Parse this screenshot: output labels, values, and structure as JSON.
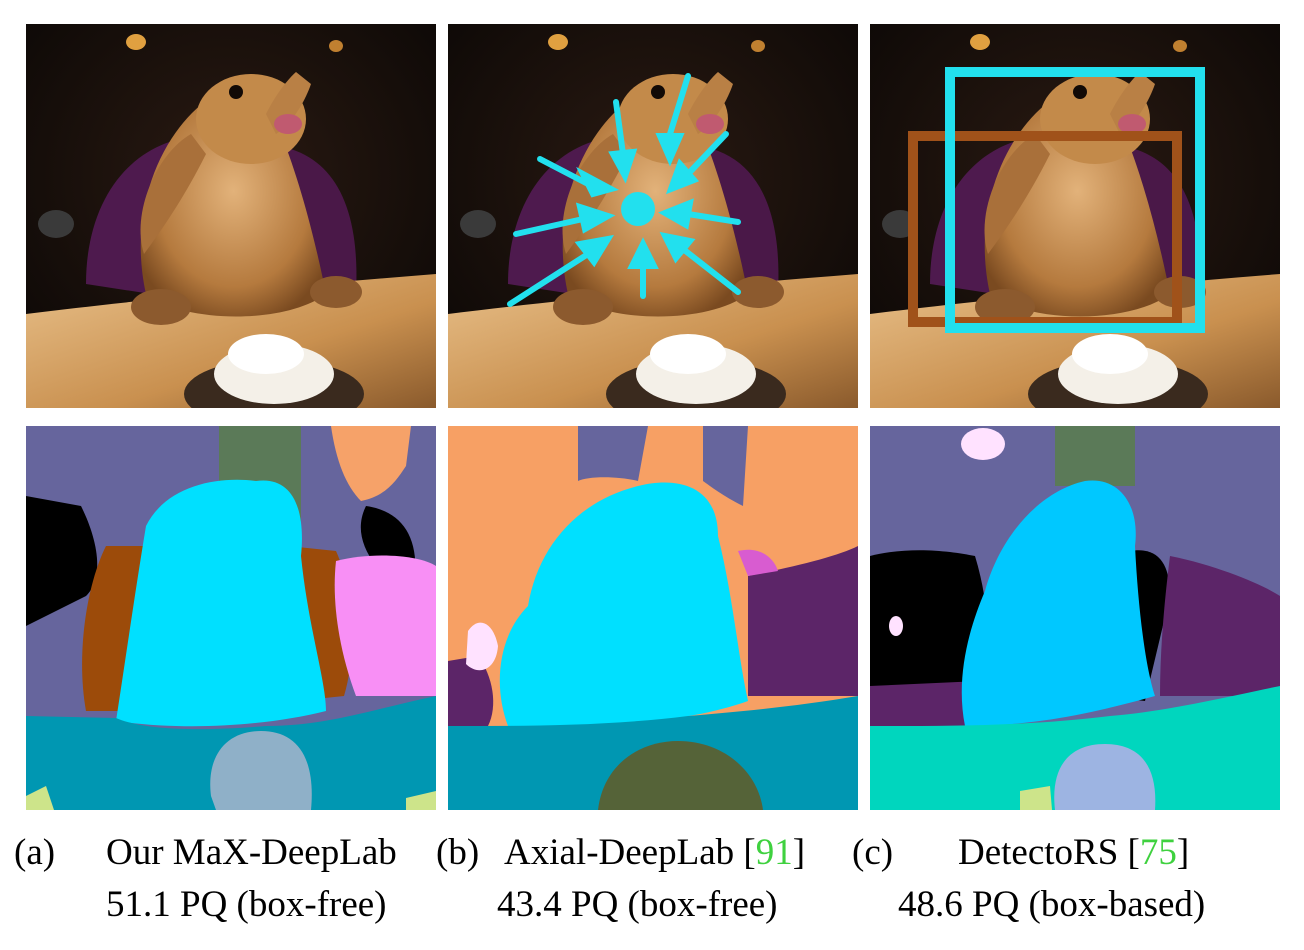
{
  "figure": {
    "panels": [
      {
        "letter": "(a)",
        "method": "Our MaX-DeepLab",
        "citation": "",
        "score": "51.1 PQ (box-free)",
        "overlay": "none"
      },
      {
        "letter": "(b)",
        "method": "Axial-DeepLab [",
        "citation": "91",
        "method_close": "]",
        "score": "43.4 PQ (box-free)",
        "overlay": "center-arrows"
      },
      {
        "letter": "(c)",
        "method": "DetectoRS [",
        "citation": "75",
        "method_close": "]",
        "score": "48.6 PQ (box-based)",
        "overlay": "bounding-boxes"
      }
    ],
    "colors": {
      "overlay_cyan": "#22e0ee",
      "overlay_brown": "#a0521a",
      "citation_green": "#3fd13f"
    }
  }
}
